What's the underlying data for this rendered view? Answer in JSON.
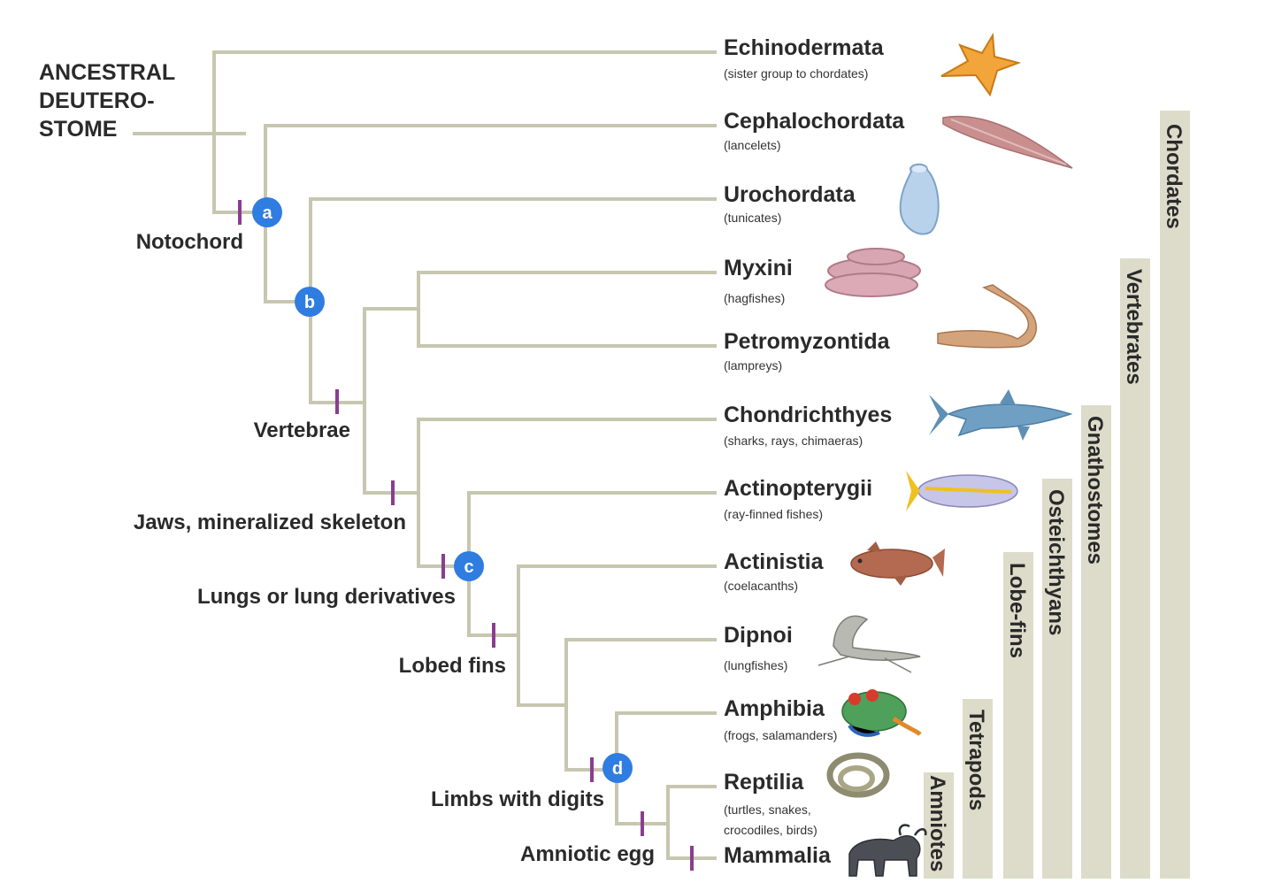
{
  "root_label": [
    "ANCESTRAL",
    "DEUTERO-",
    "STOME"
  ],
  "taxa": [
    {
      "name": "Echinodermata",
      "common": [
        "(sister group to chordates)"
      ]
    },
    {
      "name": "Cephalochordata",
      "common": [
        "(lancelets)"
      ]
    },
    {
      "name": "Urochordata",
      "common": [
        "(tunicates)"
      ]
    },
    {
      "name": "Myxini",
      "common": [
        "(hagfishes)"
      ]
    },
    {
      "name": "Petromyzontida",
      "common": [
        "(lampreys)"
      ]
    },
    {
      "name": "Chondrichthyes",
      "common": [
        "(sharks, rays, chimaeras)"
      ]
    },
    {
      "name": "Actinopterygii",
      "common": [
        "(ray-finned fishes)"
      ]
    },
    {
      "name": "Actinistia",
      "common": [
        "(coelacanths)"
      ]
    },
    {
      "name": "Dipnoi",
      "common": [
        "(lungfishes)"
      ]
    },
    {
      "name": "Amphibia",
      "common": [
        "(frogs, salamanders)"
      ]
    },
    {
      "name": "Reptilia",
      "common": [
        "(turtles, snakes,",
        "crocodiles, birds)"
      ]
    },
    {
      "name": "Mammalia",
      "common": []
    }
  ],
  "traits": [
    "Notochord",
    "Vertebrae",
    "Jaws, mineralized skeleton",
    "Lungs or lung derivatives",
    "Lobed fins",
    "Limbs with digits",
    "Amniotic egg"
  ],
  "node_markers": [
    "a",
    "b",
    "c",
    "d"
  ],
  "clades": [
    "Chordates",
    "Vertebrates",
    "Gnathostomes",
    "Osteichthyans",
    "Lobe-fins",
    "Tetrapods",
    "Amniotes"
  ],
  "animals": [
    "starfish",
    "lancelet",
    "tunicate",
    "hagfish",
    "lamprey",
    "shark",
    "ray-finned-fish",
    "coelacanth",
    "lungfish",
    "frog",
    "snake",
    "wildebeest"
  ],
  "colors": {
    "branch": "#c7c6b0",
    "tick": "#8a3d8f",
    "node": "#2f7de1",
    "clade_bar": "#dddcca"
  }
}
